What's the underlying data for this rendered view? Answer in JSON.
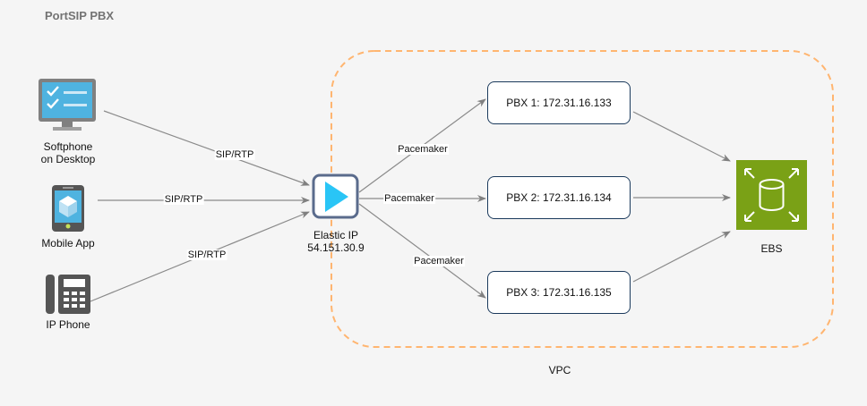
{
  "diagram": {
    "title": "PortSIP PBX",
    "vpc": {
      "label": "VPC",
      "border_color": "#ffb570"
    },
    "clients": [
      {
        "id": "softphone",
        "label_line1": "Softphone",
        "label_line2": "on Desktop",
        "icon": "desktop-monitor-icon"
      },
      {
        "id": "mobile",
        "label_line1": "Mobile App",
        "icon": "mobile-phone-icon"
      },
      {
        "id": "ipphone",
        "label_line1": "IP Phone",
        "icon": "desk-phone-icon"
      }
    ],
    "elastic_ip": {
      "label_line1": "Elastic IP",
      "label_line2": "54.151.30.9",
      "icon": "play-triangle-icon",
      "accent": "#29c5f6"
    },
    "pbx_nodes": [
      {
        "label": "PBX 1: 172.31.16.133"
      },
      {
        "label": "PBX 2: 172.31.16.134"
      },
      {
        "label": "PBX 3: 172.31.16.135"
      }
    ],
    "ebs": {
      "label": "EBS",
      "icon": "storage-volume-icon",
      "color": "#7aa116"
    },
    "edges": {
      "client_to_ip": [
        "SIP/RTP",
        "SIP/RTP",
        "SIP/RTP"
      ],
      "ip_to_pbx": [
        "Pacemaker",
        "Pacemaker",
        "Pacemaker"
      ]
    }
  }
}
